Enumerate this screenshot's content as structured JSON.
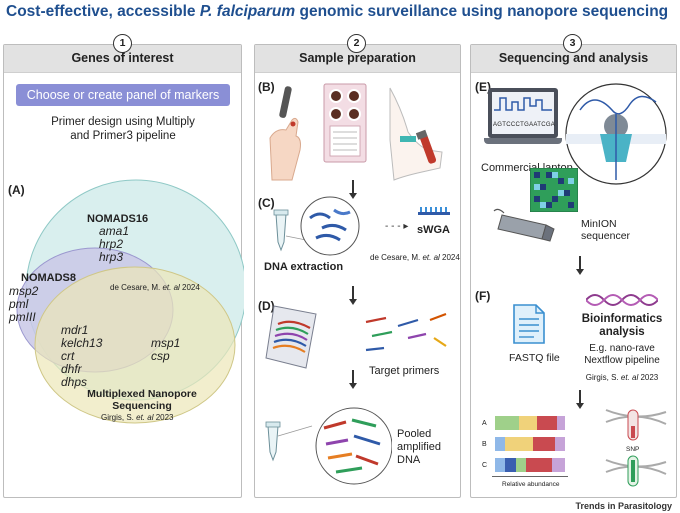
{
  "title": {
    "prefix": "Cost-effective, accessible ",
    "species": "P. falciparum",
    "suffix": " genomic surveillance using nanopore sequencing"
  },
  "panels": [
    {
      "num": "1",
      "title": "Genes of interest"
    },
    {
      "num": "2",
      "title": "Sample preparation"
    },
    {
      "num": "3",
      "title": "Sequencing and analysis"
    }
  ],
  "panel1": {
    "button": "Choose or create panel of markers",
    "primer_text_1": "Primer design using Multiply",
    "primer_text_2": "and Primer3 pipeline",
    "label_a": "(A)",
    "nomads16": "NOMADS16",
    "nomads16_genes": [
      "ama1",
      "hrp2",
      "hrp3"
    ],
    "nomads8": "NOMADS8",
    "nomads8_genes": [
      "msp2",
      "pml",
      "pmIII"
    ],
    "core_genes": [
      "mdr1",
      "kelch13",
      "crt",
      "dhfr",
      "dhps"
    ],
    "mnp_genes": [
      "msp1",
      "csp"
    ],
    "citation_cesare_prefix": "de Cesare, M. ",
    "citation_cesare_etal": "et. al",
    "citation_cesare_year": " 2024",
    "mnp_title_1": "Multiplexed Nanopore",
    "mnp_title_2": "Sequencing",
    "citation_girgis_prefix": "Girgis, S. ",
    "citation_girgis_etal": "et. al",
    "citation_girgis_year": " 2023"
  },
  "panel2": {
    "label_b": "(B)",
    "label_c": "(C)",
    "label_d": "(D)",
    "dna_extraction": "DNA extraction",
    "swga": "sWGA",
    "citation_prefix": "de Cesare, M. ",
    "citation_etal": "et. al",
    "citation_year": " 2024",
    "target_primers": "Target primers",
    "pooled_1": "Pooled",
    "pooled_2": "amplified",
    "pooled_3": "DNA"
  },
  "panel3": {
    "label_e": "(E)",
    "label_f": "(F)",
    "laptop_seq": "AGTCCCTGAATCGA",
    "laptop_label": "Commercial laptop",
    "minion_1": "MinION",
    "minion_2": "sequencer",
    "fastq": "FASTQ file",
    "bioinf_1": "Bioinformatics",
    "bioinf_2": "analysis",
    "pipeline_1": "E.g. nano-rave",
    "pipeline_2": "Nextflow pipeline",
    "citation_prefix": "Girgis, S. ",
    "citation_etal": "et. al",
    "citation_year": " 2023",
    "bar_labels": [
      "A",
      "B",
      "C"
    ],
    "relative_abundance": "Relative abundance",
    "snp": "SNP"
  },
  "footer": "Trends in Parasitology",
  "colors": {
    "title": "#1f4f8f",
    "button": "#8a8fd6",
    "outer_circle": "#d9efee",
    "nomads8": "#c9c8e6",
    "mnp": "#ece7b8"
  }
}
